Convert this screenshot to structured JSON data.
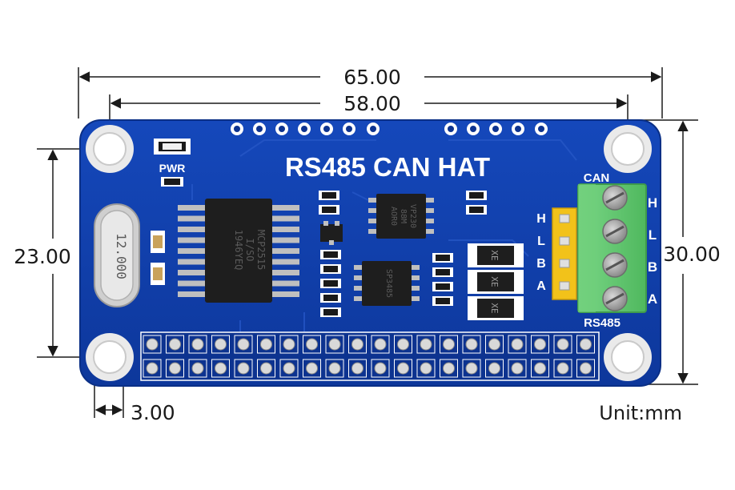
{
  "board": {
    "title": "RS485 CAN HAT",
    "pwr_label": "PWR",
    "can_label": "CAN",
    "rs485_label": "RS485",
    "left_header_pins": [
      "H",
      "L",
      "B",
      "A"
    ],
    "terminal_pins": [
      "H",
      "L",
      "B",
      "A"
    ],
    "crystal_label": "12.000",
    "main_chip_lines": [
      "MCP2515",
      "I/SO",
      "1946YEQ"
    ],
    "transceiver_top_lines": [
      "VP230",
      "88M",
      "AOR0"
    ],
    "transceiver_bottom_lines": [
      "SP3485"
    ],
    "tvs_label": "XE",
    "colors": {
      "pcb": "#0f3ea8",
      "pcb_edge": "#0a2f86",
      "terminal": "#5cc46a",
      "pin_header": "#f2c21a",
      "chip": "#1e1e1e"
    }
  },
  "dimensions": {
    "overall_width": "65.00",
    "hole_spacing_width": "58.00",
    "hole_spacing_height": "23.00",
    "overall_height": "30.00",
    "hole_offset": "3.00",
    "unit": "Unit:mm"
  }
}
